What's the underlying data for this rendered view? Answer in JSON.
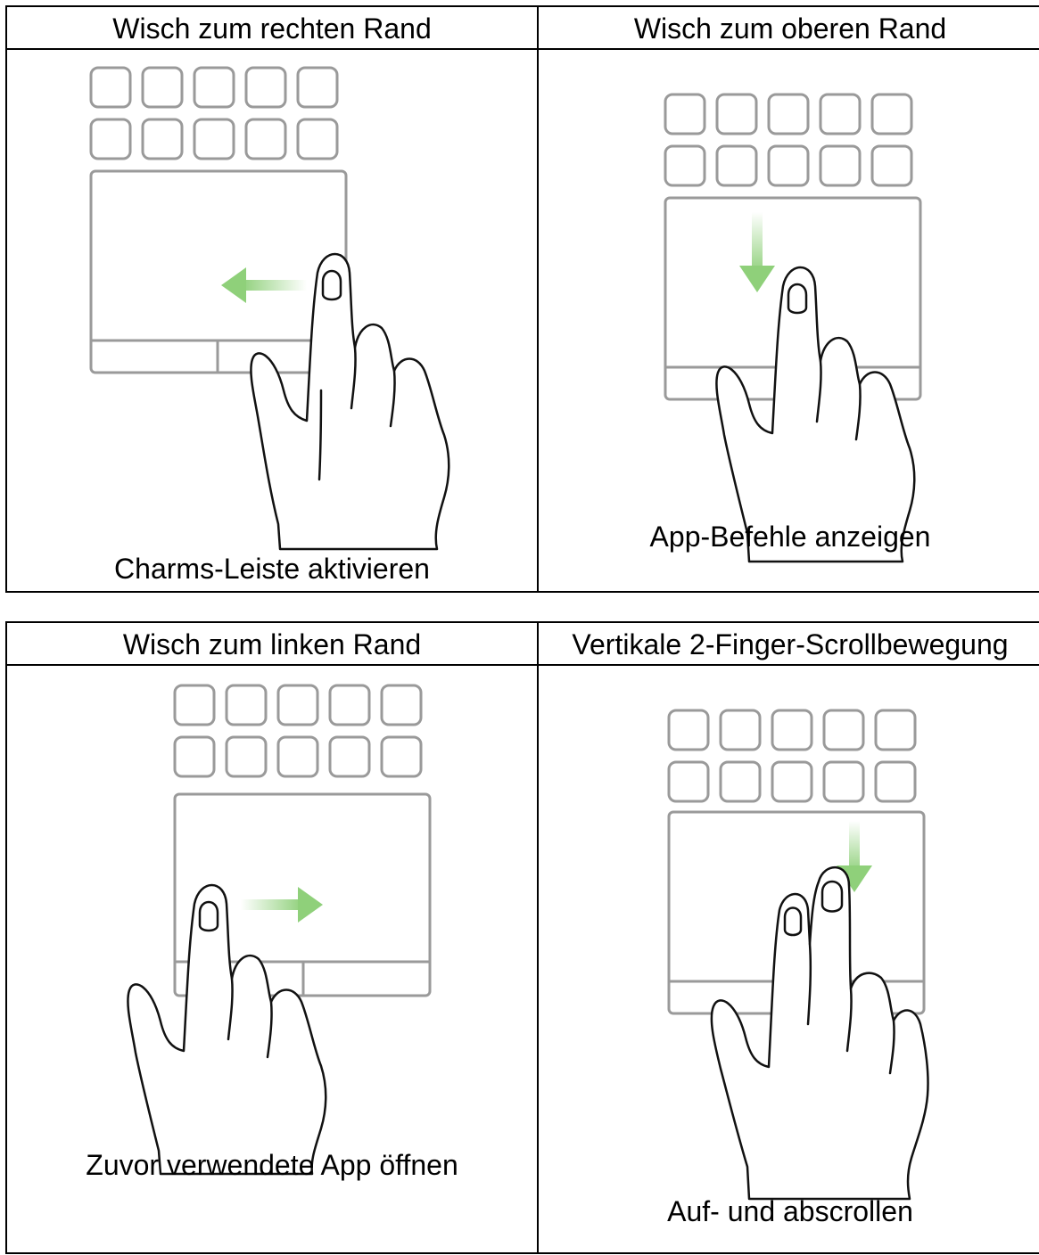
{
  "colors": {
    "border": "#000000",
    "device_outline": "#9a9a9a",
    "arrow_green": "#8fd07a"
  },
  "tables": [
    {
      "cells": [
        {
          "header": "Wisch zum rechten Rand",
          "caption": "Charms-Leiste aktivieren",
          "arrow": "left",
          "hand": "one-finger-right",
          "icon": "swipe-right-edge-icon"
        },
        {
          "header": "Wisch zum oberen Rand",
          "caption": "App-Befehle anzeigen",
          "arrow": "down",
          "hand": "one-finger-center",
          "icon": "swipe-top-edge-icon"
        }
      ]
    },
    {
      "cells": [
        {
          "header": "Wisch zum linken Rand",
          "caption": "Zuvor verwendete App öffnen",
          "arrow": "right",
          "hand": "one-finger-left",
          "icon": "swipe-left-edge-icon"
        },
        {
          "header": "Vertikale 2-Finger-Scrollbewegung",
          "caption": "Auf- und abscrollen",
          "arrow": "down",
          "hand": "two-finger",
          "icon": "two-finger-scroll-icon"
        }
      ]
    }
  ]
}
